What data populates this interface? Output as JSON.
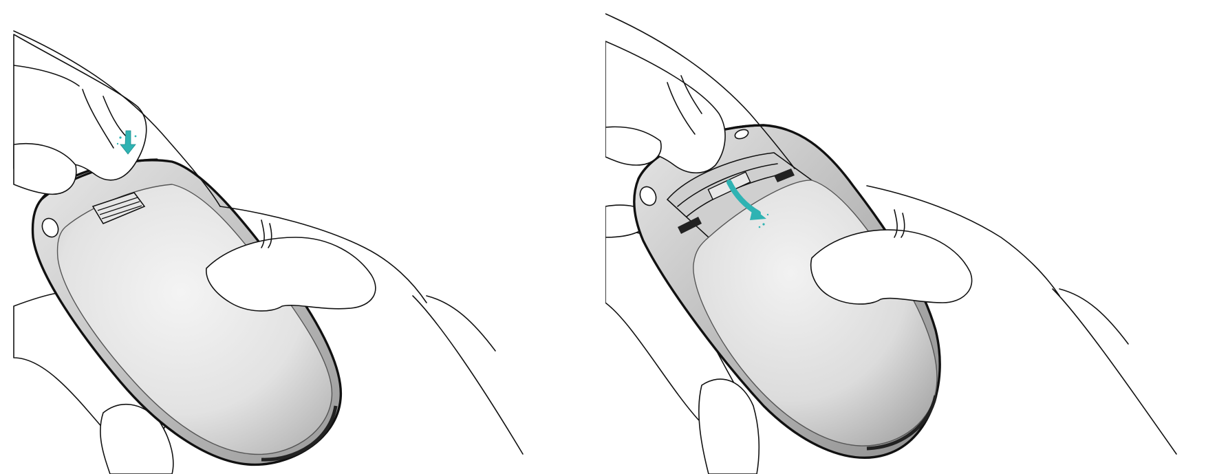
{
  "figure": {
    "panels": [
      {
        "step": "press-latch",
        "arrow": "down"
      },
      {
        "step": "lift-cover",
        "arrow": "curved"
      }
    ],
    "colors": {
      "arrow": "#2fb3b3",
      "cover_light": "#f2f2f2",
      "cover_mid": "#dadada",
      "cover_dark": "#a8a8a8",
      "outline": "#111111",
      "background": "#ffffff"
    }
  }
}
